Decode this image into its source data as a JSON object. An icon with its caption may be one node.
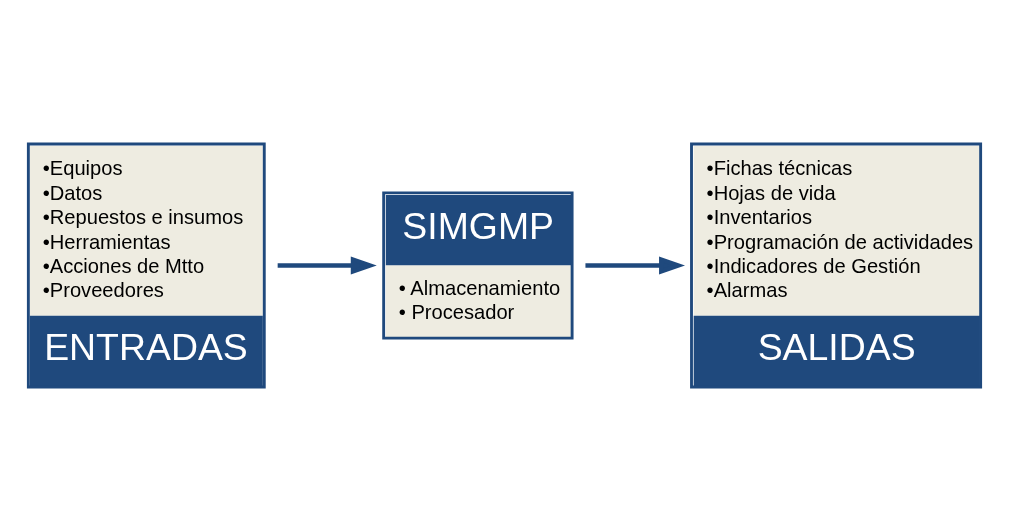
{
  "diagram": {
    "nodes": [
      {
        "text": [
          "•Equipos",
          "•Datos",
          "•Repuestos e insumos",
          "•Herramientas",
          "•Acciones de Mtto",
          "•Proveedores",
          "ENTRADAS"
        ]
      },
      {
        "text": [
          "SIMGMP",
          "• Almacenamiento",
          "• Procesador"
        ]
      },
      {
        "text": [
          "•Fichas técnicas",
          "•Hojas de vida",
          "•Inventarios",
          "•Programación de actividades",
          "•Indicadores de Gestión",
          "•Alarmas",
          "SALIDAS"
        ]
      }
    ],
    "edges": [
      {
        "from": 0,
        "to": 1,
        "arrow": "to"
      },
      {
        "from": 1,
        "to": 2,
        "arrow": "to"
      }
    ]
  }
}
